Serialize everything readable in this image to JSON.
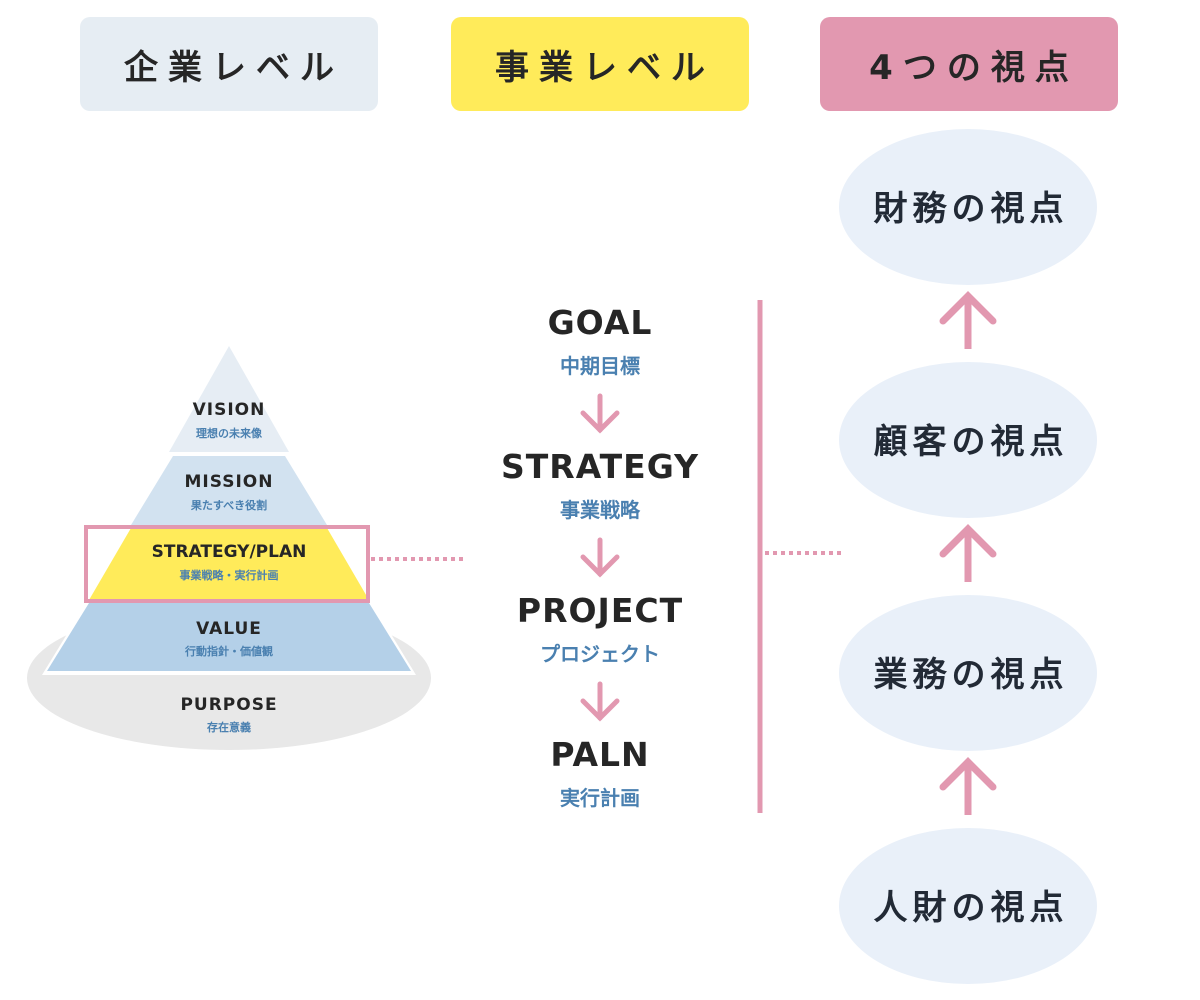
{
  "colors": {
    "corporate_header": "#e6edf3",
    "business_header": "#ffeb5a",
    "perspective_header": "#e298b0",
    "accent_pink": "#e298b0",
    "subtitle_blue": "#4a80b0",
    "vision_fill": "#e6edf4",
    "mission_fill": "#d2e2f0",
    "strategy_fill": "#ffeb5a",
    "value_fill": "#b4d0e8",
    "purpose_fill": "#e8e8e8",
    "ellipse_fill": "#e9f0f9",
    "text_dark": "#262626"
  },
  "headers": {
    "corporate": "企業レベル",
    "business": "事業レベル",
    "perspectives": "4つの視点"
  },
  "pyramid": {
    "levels": [
      {
        "key": "vision",
        "title": "VISION",
        "subtitle": "理想の未来像"
      },
      {
        "key": "mission",
        "title": "MISSION",
        "subtitle": "果たすべき役割"
      },
      {
        "key": "strategy",
        "title": "STRATEGY/PLAN",
        "subtitle": "事業戦略・実行計画",
        "highlighted": true
      },
      {
        "key": "value",
        "title": "VALUE",
        "subtitle": "行動指針・価値観"
      },
      {
        "key": "purpose",
        "title": "PURPOSE",
        "subtitle": "存在意義"
      }
    ]
  },
  "business_flow": {
    "steps": [
      {
        "title": "GOAL",
        "subtitle": "中期目標"
      },
      {
        "title": "STRATEGY",
        "subtitle": "事業戦略"
      },
      {
        "title": "PROJECT",
        "subtitle": "プロジェクト"
      },
      {
        "title": "PALN",
        "subtitle": "実行計画"
      }
    ],
    "arrow_icon": "arrow-down-icon"
  },
  "perspectives": {
    "items": [
      {
        "label": "財務の視点"
      },
      {
        "label": "顧客の視点"
      },
      {
        "label": "業務の視点"
      },
      {
        "label": "人財の視点"
      }
    ],
    "arrow_icon": "arrow-up-icon"
  }
}
